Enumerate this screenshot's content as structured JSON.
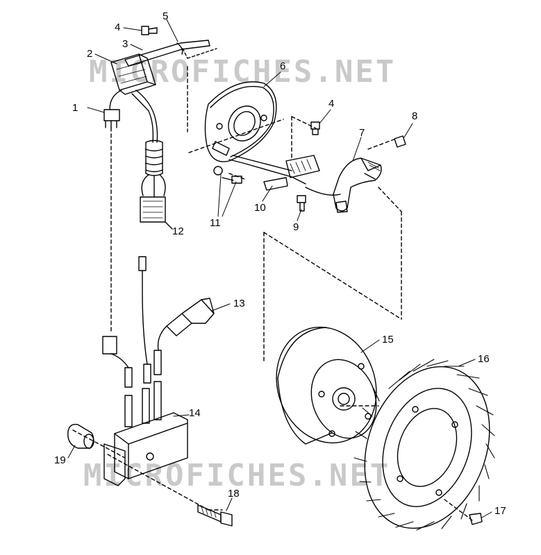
{
  "watermark": "MICROFICHES.NET",
  "callouts": [
    "1",
    "2",
    "3",
    "4",
    "5",
    "6",
    "4",
    "7",
    "8",
    "9",
    "10",
    "11",
    "12",
    "13",
    "14",
    "15",
    "16",
    "17",
    "18",
    "19"
  ]
}
